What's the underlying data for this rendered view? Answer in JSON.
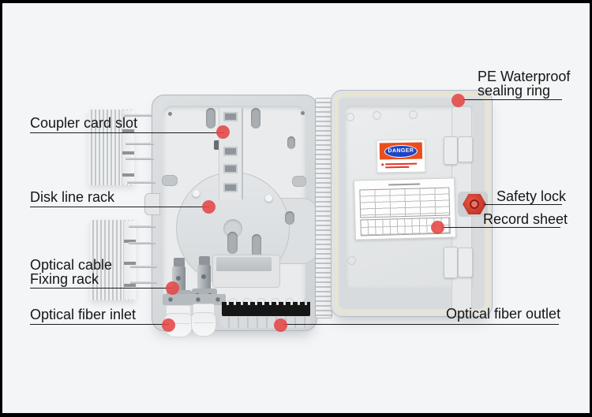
{
  "image": {
    "description": "Annotated product photo of a wall-mounted fiber optic distribution box shown open: interior body on the left, inner face of the door on the right, with red marker dots and callout labels",
    "background_color": "#f4f5f7",
    "frame_color": "#000000"
  },
  "colors": {
    "marker_dot": "#e54646",
    "label_text": "#151515",
    "leader_line": "#1c1c1c",
    "box_plastic": "#dfe2e4",
    "gasket_ring": "#eae4cc",
    "safety_lock_red": "#c62b1d",
    "danger_orange": "#ea4e1c",
    "danger_blue": "#1d45c8",
    "brush_strip_black": "#161616"
  },
  "annotations": {
    "coupler_card_slot": {
      "label": "Coupler card slot"
    },
    "disk_line_rack": {
      "label": "Disk line rack"
    },
    "optical_cable_fixing_rack": {
      "label_line1": "Optical cable",
      "label_line2": "Fixing rack"
    },
    "optical_fiber_inlet": {
      "label": "Optical fiber inlet"
    },
    "pe_waterproof_sealing_ring": {
      "label_line1": "PE Waterproof",
      "label_line2": "sealing ring"
    },
    "safety_lock": {
      "label": "Safety lock"
    },
    "record_sheet": {
      "label": "Record sheet"
    },
    "optical_fiber_outlet": {
      "label": "Optical fiber outlet"
    }
  },
  "product": {
    "danger_sticker": {
      "text": "DANGER"
    }
  }
}
